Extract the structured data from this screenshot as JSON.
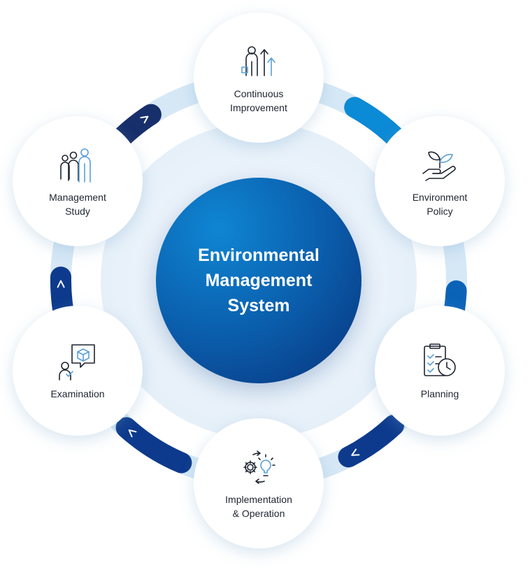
{
  "center": {
    "title": "Environmental\nManagement\nSystem"
  },
  "nodes": [
    {
      "label": "Continuous\nImprovement",
      "icon": "person-growth-arrows-icon"
    },
    {
      "label": "Environment\nPolicy",
      "icon": "hand-plant-icon"
    },
    {
      "label": "Planning",
      "icon": "clipboard-clock-icon"
    },
    {
      "label": "Implementation\n& Operation",
      "icon": "gear-lightbulb-cycle-icon"
    },
    {
      "label": "Examination",
      "icon": "person-box-chat-icon"
    },
    {
      "label": "Management\nStudy",
      "icon": "team-people-icon"
    }
  ],
  "colors": {
    "ring": "#d6e8f6",
    "inner_glow": "#eaf3fb",
    "arc_light": "#0b8ad6",
    "arc_mid": "#0b63b8",
    "arc_dark": "#0d3a8c",
    "arc_navy": "#172f6b",
    "icon_stroke": "#1f2430",
    "icon_accent": "#5aa0d8"
  }
}
